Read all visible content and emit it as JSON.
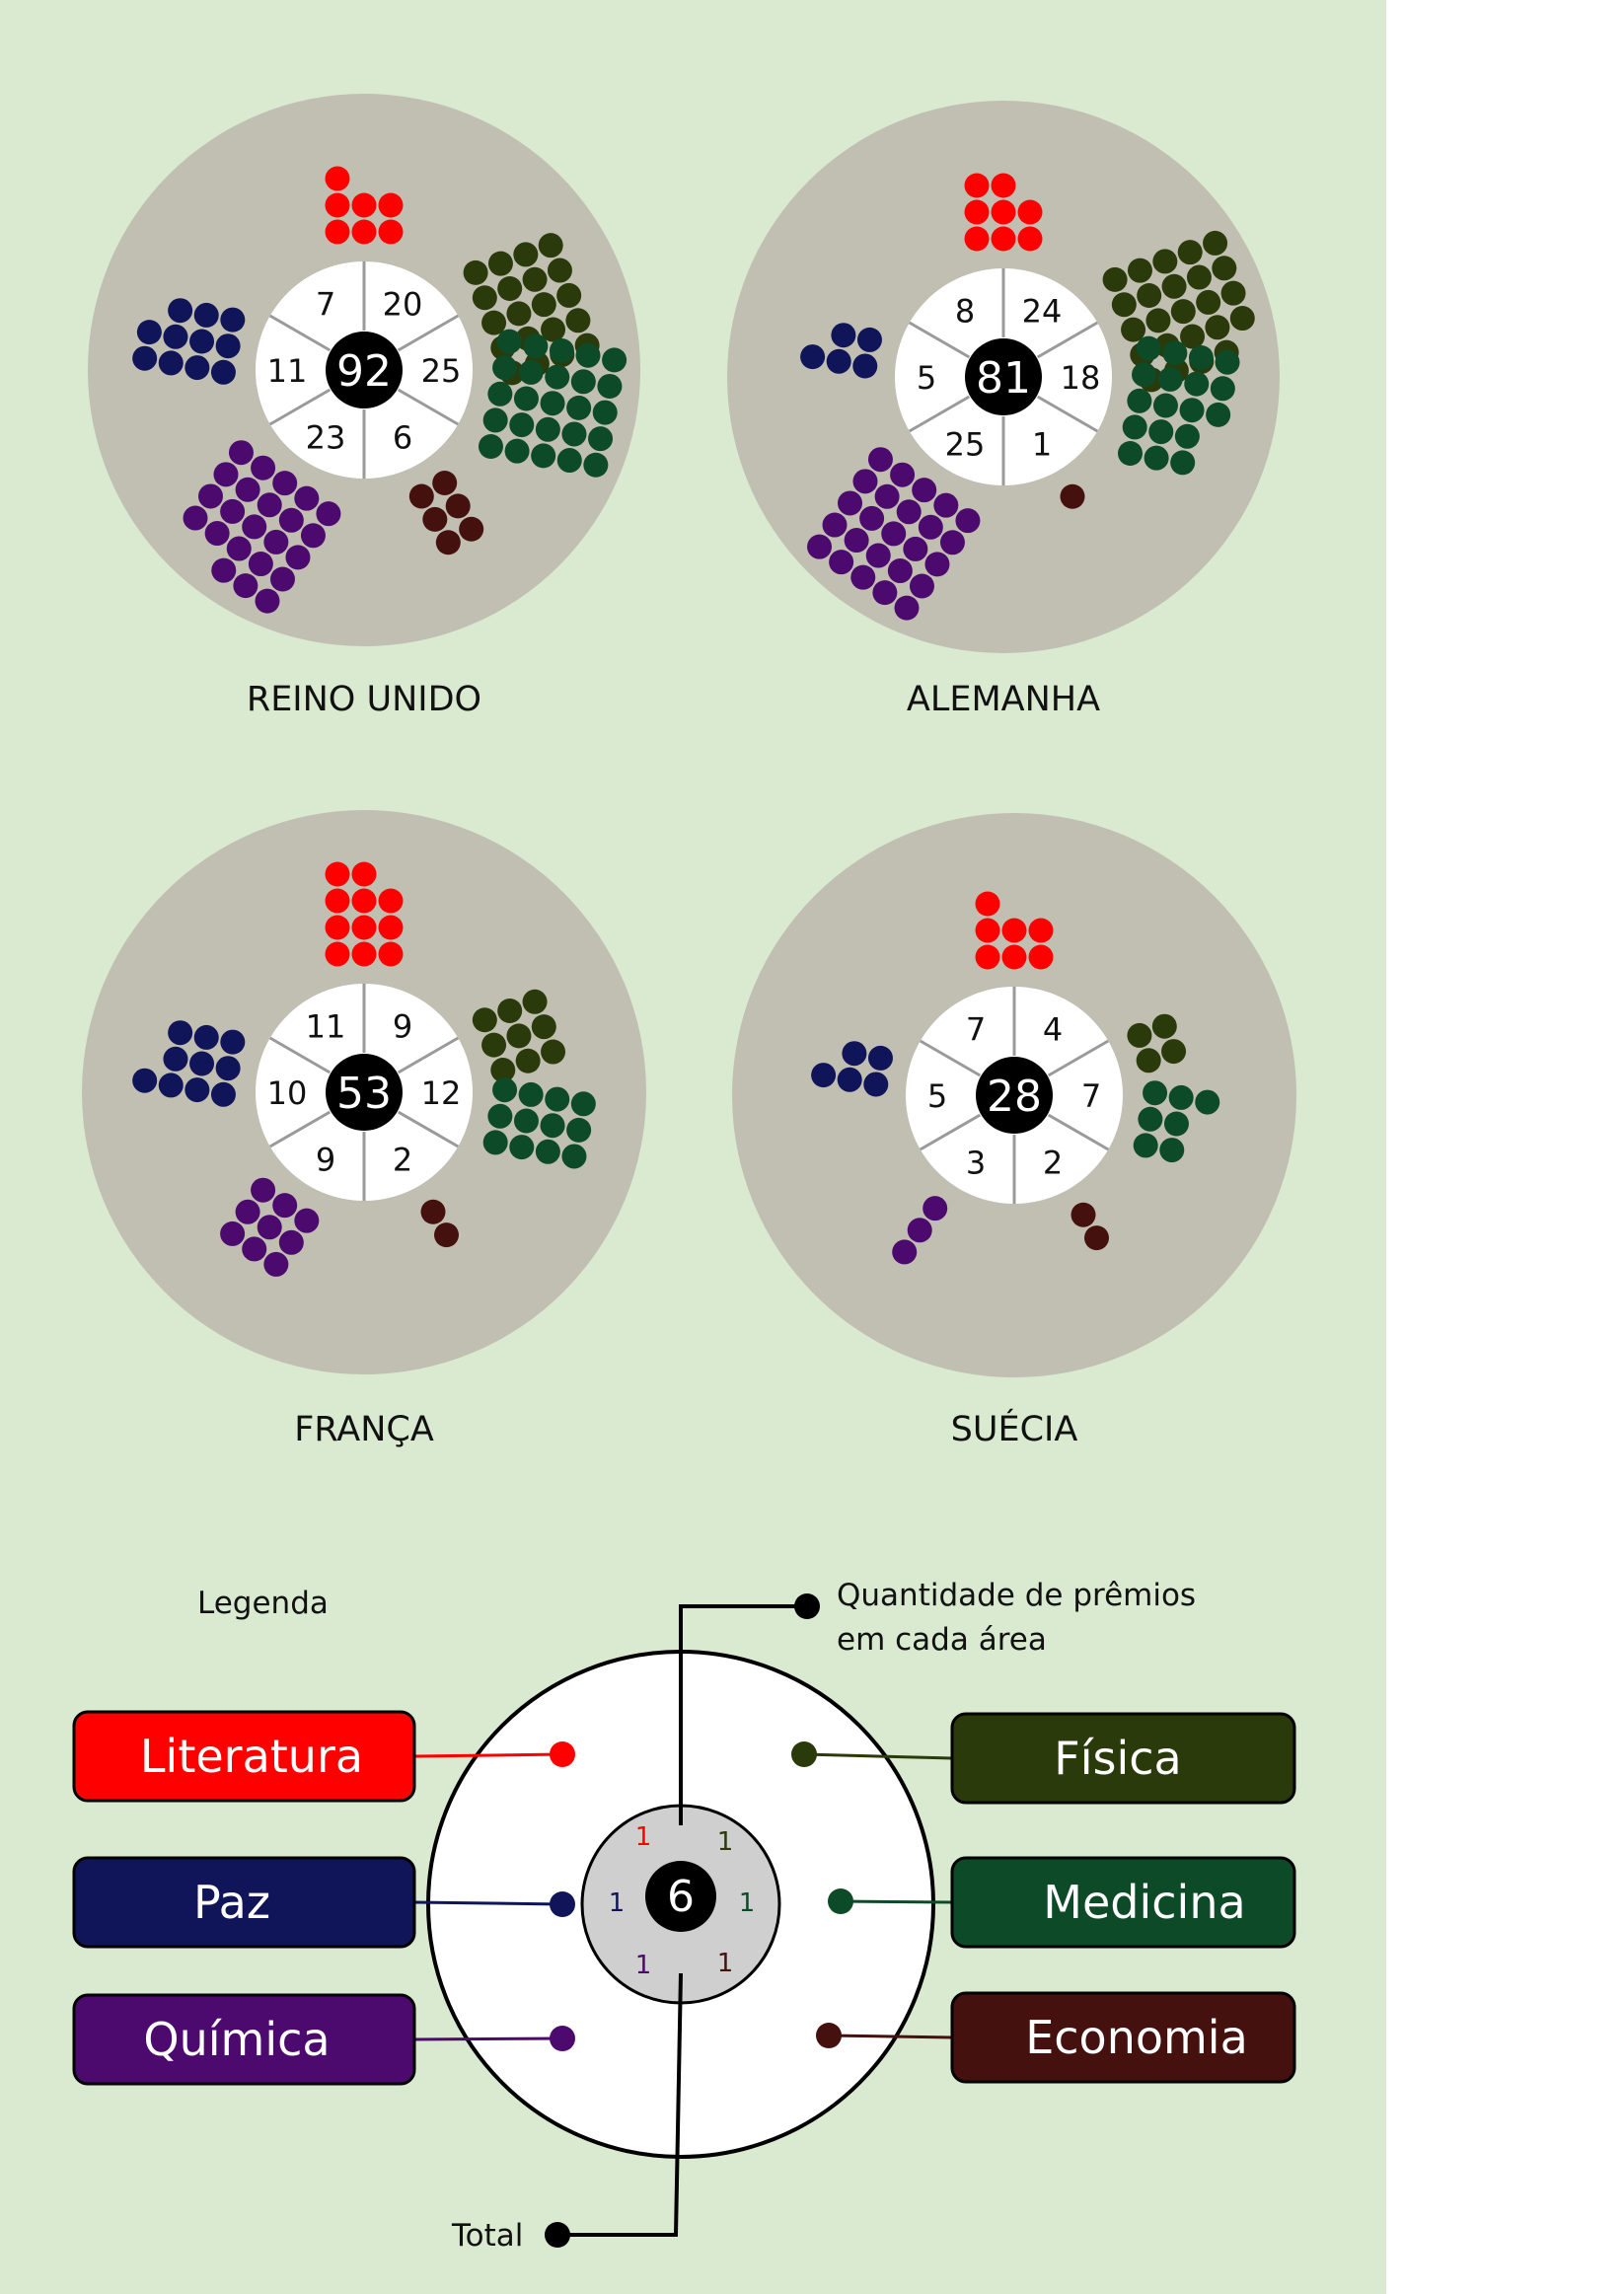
{
  "chart_data": {
    "type": "infographic",
    "categories": [
      "Literatura",
      "Física",
      "Medicina",
      "Economia",
      "Química",
      "Paz"
    ],
    "colors": {
      "Literatura": "#ff0000",
      "Física": "#2b3a0b",
      "Medicina": "#0d4a27",
      "Economia": "#45110f",
      "Química": "#4d0a6e",
      "Paz": "#101459"
    },
    "countries": [
      {
        "name": "REINO UNIDO",
        "total": 92,
        "values": {
          "Literatura": 7,
          "Física": 20,
          "Medicina": 25,
          "Economia": 6,
          "Química": 23,
          "Paz": 11
        }
      },
      {
        "name": "ALEMANHA",
        "total": 81,
        "values": {
          "Literatura": 8,
          "Física": 24,
          "Medicina": 18,
          "Economia": 1,
          "Química": 25,
          "Paz": 5
        }
      },
      {
        "name": "FRANÇA",
        "total": 53,
        "values": {
          "Literatura": 11,
          "Física": 9,
          "Medicina": 12,
          "Economia": 2,
          "Química": 9,
          "Paz": 10
        }
      },
      {
        "name": "SUÉCIA",
        "total": 28,
        "values": {
          "Literatura": 7,
          "Física": 4,
          "Medicina": 7,
          "Economia": 2,
          "Química": 3,
          "Paz": 5
        }
      }
    ]
  },
  "legend": {
    "title": "Legenda",
    "total_label": "Total",
    "quantity_label_line1": "Quantidade de prêmios",
    "quantity_label_line2": "em cada área",
    "example_total": "6",
    "example_values": {
      "Literatura": "1",
      "Física": "1",
      "Medicina": "1",
      "Economia": "1",
      "Química": "1",
      "Paz": "1"
    },
    "boxes": {
      "Literatura": "Literatura",
      "Paz": "Paz",
      "Química": "Química",
      "Física": "Física",
      "Medicina": "Medicina",
      "Economia": "Economia"
    }
  }
}
